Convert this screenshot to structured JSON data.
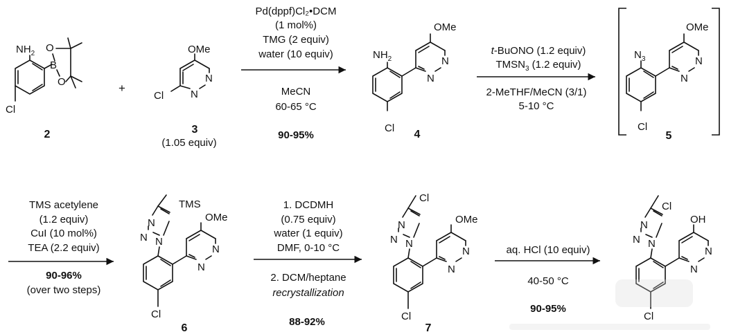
{
  "compounds": {
    "c2": {
      "number": "2",
      "labels": {
        "nh2": "NH",
        "nh2_sub": "2",
        "o1": "O",
        "o2": "O",
        "b": "B",
        "cl": "Cl"
      }
    },
    "c3": {
      "number": "3",
      "note": "(1.05 equiv)",
      "labels": {
        "ome": "OMe",
        "n1": "N",
        "n2": "N",
        "cl": "Cl"
      }
    },
    "c4": {
      "number": "4",
      "labels": {
        "nh2": "NH",
        "nh2_sub": "2",
        "ome": "OMe",
        "n1": "N",
        "n2": "N",
        "cl": "Cl"
      }
    },
    "c5": {
      "number": "5",
      "labels": {
        "n3": "N",
        "n3_sub": "3",
        "ome": "OMe",
        "n1": "N",
        "n2": "N",
        "cl": "Cl"
      }
    },
    "c6": {
      "number": "6",
      "labels": {
        "tms": "TMS",
        "tn1": "N",
        "tn2": "N",
        "tn3": "N",
        "ome": "OMe",
        "n1": "N",
        "n2": "N",
        "cl": "Cl"
      }
    },
    "c7": {
      "number": "7",
      "labels": {
        "tcl": "Cl",
        "tn1": "N",
        "tn2": "N",
        "tn3": "N",
        "ome": "OMe",
        "n1": "N",
        "n2": "N",
        "cl": "Cl"
      }
    },
    "c8": {
      "labels": {
        "tcl": "Cl",
        "tn1": "N",
        "tn2": "N",
        "tn3": "N",
        "oh": "OH",
        "n1": "N",
        "n2": "N",
        "cl": "Cl"
      }
    }
  },
  "plus_sign": "+",
  "steps": {
    "s1": {
      "above": [
        "Pd(dppf)Cl₂•DCM",
        "(1 mol%)",
        "TMG (2 equiv)",
        "water (10 equiv)"
      ],
      "below": [
        "MeCN",
        "60-65 °C"
      ],
      "yield": "90-95%"
    },
    "s2": {
      "above_1_italic": "t",
      "above_1_rest": "-BuONO (1.2 equiv)",
      "above_2_main": "TMSN",
      "above_2_sub": "3",
      "above_2_rest": " (1.2 equiv)",
      "below": [
        "2-MeTHF/MeCN (3/1)",
        "5-10 °C"
      ]
    },
    "s3": {
      "above": [
        "TMS acetylene",
        "(1.2 equiv)",
        "CuI (10 mol%)",
        "TEA (2.2 equiv)"
      ],
      "yield": "90-96%",
      "note": "(over two steps)"
    },
    "s4": {
      "above": [
        "1. DCDMH",
        "(0.75 equiv)",
        "water (1 equiv)",
        "DMF, 0-10 °C"
      ],
      "below_1": "2. DCM/heptane",
      "below_2": "recrystallization",
      "yield": "88-92%"
    },
    "s5": {
      "above": "aq. HCl (10 equiv)",
      "below": "40-50 °C",
      "yield": "90-95%"
    }
  }
}
